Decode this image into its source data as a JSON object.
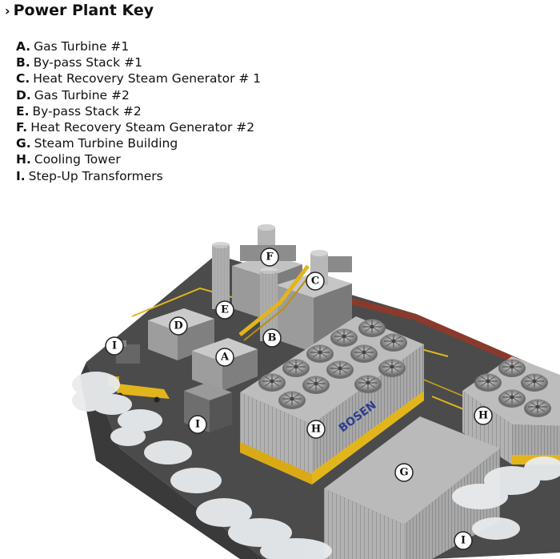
{
  "header": {
    "chevron": "›",
    "title": "Power Plant Key"
  },
  "key": [
    {
      "letter": "A.",
      "label": "Gas Turbine #1"
    },
    {
      "letter": "B.",
      "label": "By-pass Stack #1"
    },
    {
      "letter": "C.",
      "label": "Heat Recovery Steam Generator # 1"
    },
    {
      "letter": "D.",
      "label": "Gas Turbine #2"
    },
    {
      "letter": "E.",
      "label": "By-pass Stack #2"
    },
    {
      "letter": "F.",
      "label": "Heat Recovery Steam Generator #2"
    },
    {
      "letter": "G.",
      "label": "Steam Turbine Building"
    },
    {
      "letter": "H.",
      "label": "Cooling Tower"
    },
    {
      "letter": "I.",
      "label": "Step-Up Transformers"
    }
  ],
  "callouts": {
    "a": "A",
    "b": "B",
    "c": "C",
    "d": "D",
    "e": "E",
    "f": "F",
    "g": "G",
    "h1": "H",
    "h2": "H",
    "i1": "I",
    "i2": "I",
    "i3": "I"
  },
  "tower_brand": "BOSEN",
  "colors": {
    "ground": "#4a4a4a",
    "concrete": "#9a9a9a",
    "metal_light": "#c9c9c9",
    "metal_mid": "#a8a8a8",
    "metal_dark": "#6f6f6f",
    "accent_yellow": "#e3b51c",
    "wall_red": "#8a3a2c",
    "smoke": "#e9ecee"
  }
}
